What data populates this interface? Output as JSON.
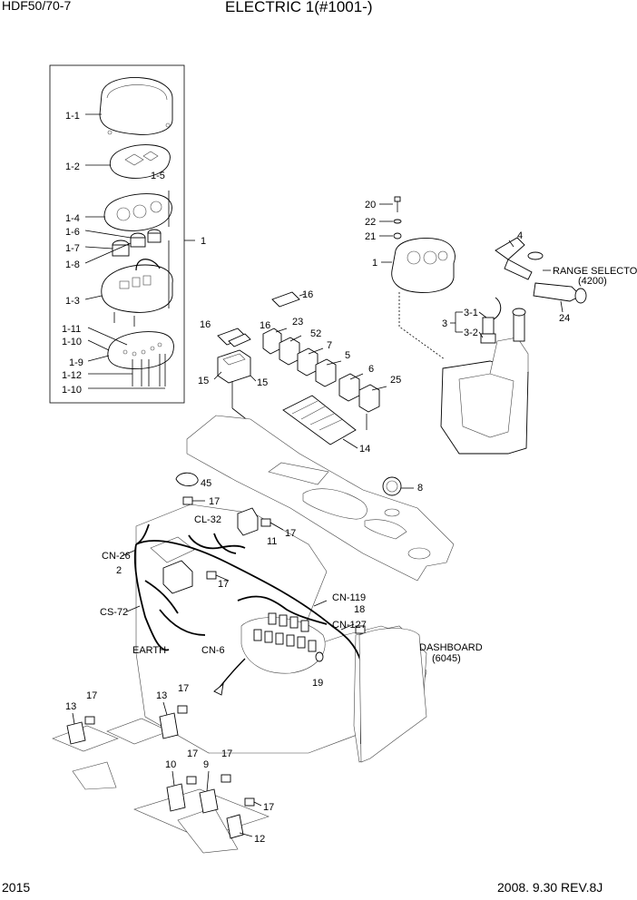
{
  "header": {
    "model": "HDF50/70-7",
    "title": "ELECTRIC 1(#1001-)"
  },
  "footer": {
    "page": "2015",
    "date_rev": "2008. 9.30  REV.8J"
  },
  "callouts": {
    "cluster": [
      "1-1",
      "1-2",
      "1-5",
      "1-4",
      "1-6",
      "1-7",
      "1-8",
      "1-3",
      "1-11",
      "1-10",
      "1-9",
      "1-12",
      "1-10",
      "1"
    ],
    "top_right": [
      "20",
      "22",
      "21",
      "1",
      "4",
      "3",
      "3-1",
      "3-2",
      "24"
    ],
    "switches": [
      "16",
      "16",
      "16",
      "23",
      "52",
      "7",
      "5",
      "6",
      "25",
      "15",
      "15",
      "14"
    ],
    "panel": [
      "45",
      "17",
      "CL-32",
      "17",
      "11",
      "8",
      "CN-26",
      "2",
      "17",
      "CS-72",
      "EARTH",
      "CN-6",
      "CN-119",
      "18",
      "CN-127",
      "19"
    ],
    "relays": [
      "13",
      "17",
      "13",
      "17",
      "10",
      "17",
      "9",
      "17",
      "17",
      "12"
    ]
  },
  "references": {
    "range_selector": "RANGE SELECTOR",
    "range_selector_ref": "(4200)",
    "dashboard": "DASHBOARD",
    "dashboard_ref": "(6045)"
  }
}
